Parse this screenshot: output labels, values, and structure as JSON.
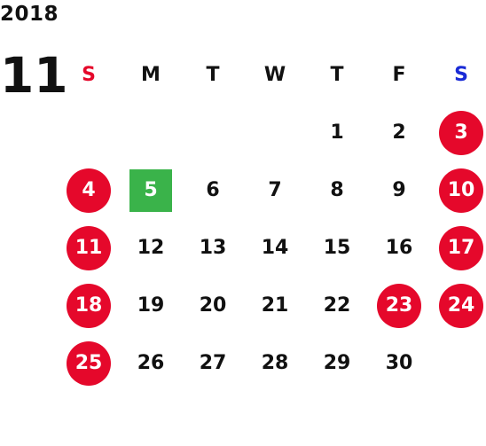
{
  "calendar": {
    "year": "2018",
    "month": "11",
    "weekdays": [
      {
        "label": "S",
        "color": "#e5082b"
      },
      {
        "label": "M",
        "color": "#111111"
      },
      {
        "label": "T",
        "color": "#111111"
      },
      {
        "label": "W",
        "color": "#111111"
      },
      {
        "label": "T",
        "color": "#111111"
      },
      {
        "label": "F",
        "color": "#111111"
      },
      {
        "label": "S",
        "color": "#1a2bd6"
      }
    ],
    "weeks": [
      [
        null,
        null,
        null,
        null,
        {
          "day": "1"
        },
        {
          "day": "2"
        },
        {
          "day": "3",
          "state": "holiday"
        }
      ],
      [
        {
          "day": "4",
          "state": "holiday"
        },
        {
          "day": "5",
          "state": "today"
        },
        {
          "day": "6"
        },
        {
          "day": "7"
        },
        {
          "day": "8"
        },
        {
          "day": "9"
        },
        {
          "day": "10",
          "state": "holiday"
        }
      ],
      [
        {
          "day": "11",
          "state": "holiday"
        },
        {
          "day": "12"
        },
        {
          "day": "13"
        },
        {
          "day": "14"
        },
        {
          "day": "15"
        },
        {
          "day": "16"
        },
        {
          "day": "17",
          "state": "holiday"
        }
      ],
      [
        {
          "day": "18",
          "state": "holiday"
        },
        {
          "day": "19"
        },
        {
          "day": "20"
        },
        {
          "day": "21"
        },
        {
          "day": "22"
        },
        {
          "day": "23",
          "state": "holiday"
        },
        {
          "day": "24",
          "state": "holiday"
        }
      ],
      [
        {
          "day": "25",
          "state": "holiday"
        },
        {
          "day": "26"
        },
        {
          "day": "27"
        },
        {
          "day": "28"
        },
        {
          "day": "29"
        },
        {
          "day": "30"
        },
        null
      ]
    ],
    "colors": {
      "holiday": "#e5082b",
      "today": "#3ab34a",
      "text": "#111111"
    }
  }
}
